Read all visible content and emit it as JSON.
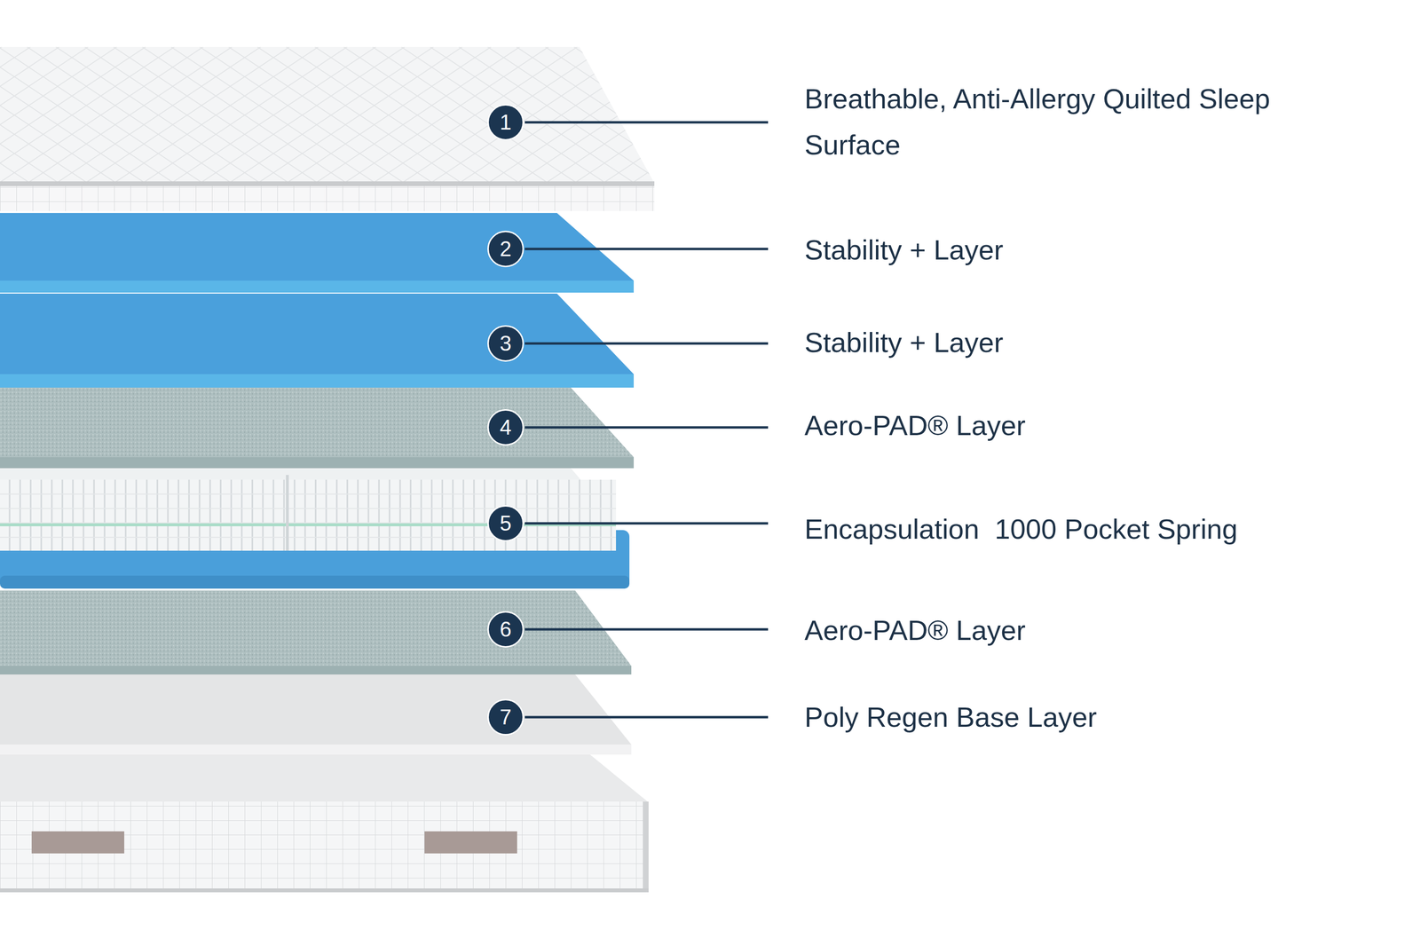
{
  "diagram": {
    "nodes": [
      {
        "text": [
          "1"
        ]
      },
      {
        "text": [
          "2"
        ]
      },
      {
        "text": [
          "3"
        ]
      },
      {
        "text": [
          "4"
        ]
      },
      {
        "text": [
          "5"
        ]
      },
      {
        "text": [
          "6"
        ]
      },
      {
        "text": [
          "7"
        ]
      }
    ],
    "labels": [
      "Breathable, Anti-Allergy Quilted Sleep Surface",
      "Stability + Layer",
      "Stability + Layer",
      "Aero-PAD® Layer",
      "Encapsulation  1000 Pocket Spring",
      "Aero-PAD® Layer",
      "Poly Regen Base Layer"
    ]
  }
}
